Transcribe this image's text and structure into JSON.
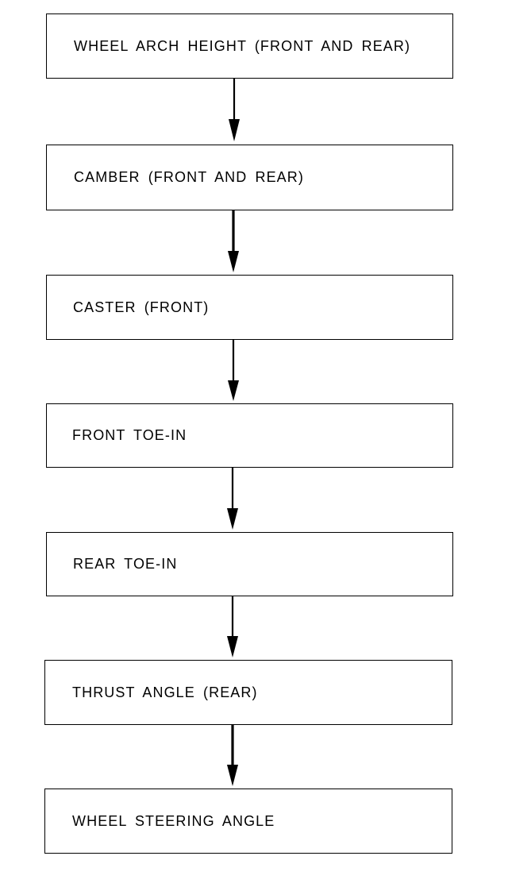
{
  "diagram": {
    "steps": [
      {
        "label": "WHEEL ARCH HEIGHT (FRONT AND REAR)"
      },
      {
        "label": "CAMBER (FRONT AND REAR)"
      },
      {
        "label": "CASTER (FRONT)"
      },
      {
        "label": "FRONT TOE-IN"
      },
      {
        "label": "REAR TOE-IN"
      },
      {
        "label": "THRUST ANGLE (REAR)"
      },
      {
        "label": "WHEEL STEERING ANGLE"
      }
    ],
    "line_color": "#000000",
    "background_color": "#ffffff"
  }
}
